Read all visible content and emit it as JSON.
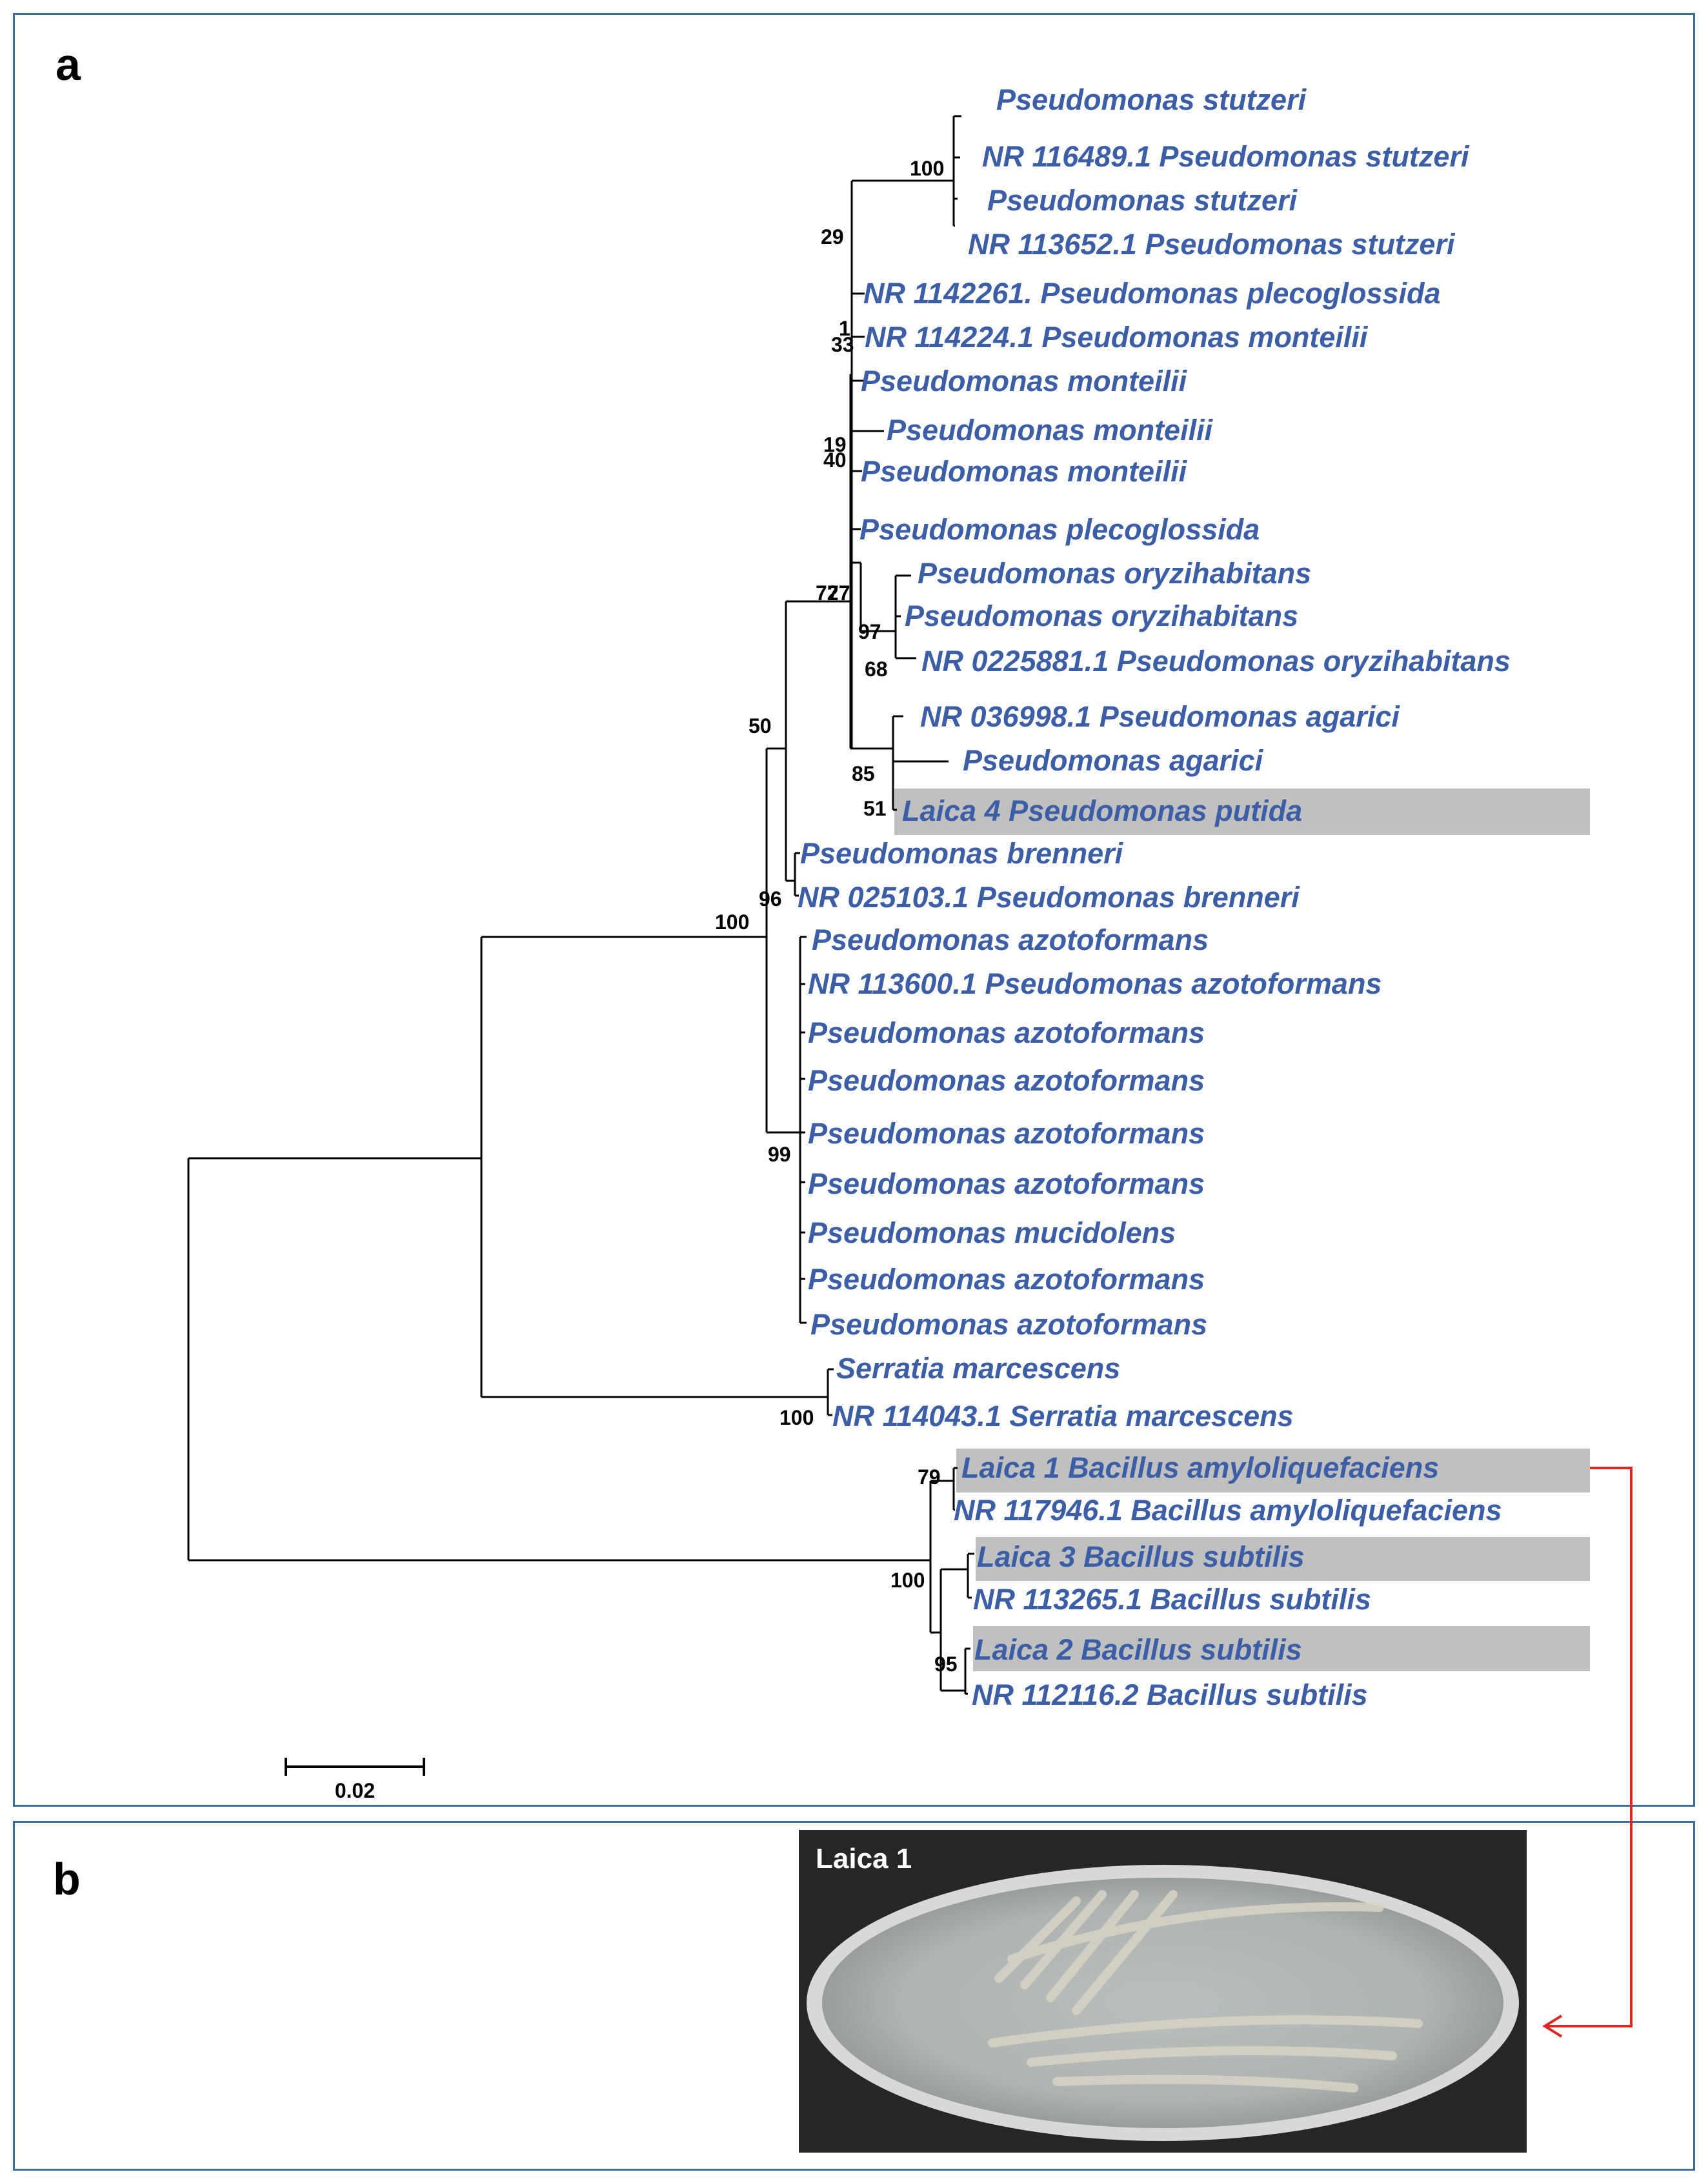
{
  "panels": {
    "a_label": "a",
    "b_label": "b"
  },
  "tree": {
    "taxa": [
      {
        "label": "Pseudomonas stutzeri",
        "highlight": false
      },
      {
        "label": "NR 116489.1 Pseudomonas stutzeri",
        "highlight": false
      },
      {
        "label": "Pseudomonas stutzeri",
        "highlight": false
      },
      {
        "label": "NR 113652.1 Pseudomonas stutzeri",
        "highlight": false
      },
      {
        "label": "NR 1142261. Pseudomonas plecoglossida",
        "highlight": false
      },
      {
        "label": "NR 114224.1 Pseudomonas monteilii",
        "highlight": false
      },
      {
        "label": "Pseudomonas monteilii",
        "highlight": false
      },
      {
        "label": "Pseudomonas monteilii",
        "highlight": false
      },
      {
        "label": "Pseudomonas monteilii",
        "highlight": false
      },
      {
        "label": "Pseudomonas plecoglossida",
        "highlight": false
      },
      {
        "label": "Pseudomonas oryzihabitans",
        "highlight": false
      },
      {
        "label": "Pseudomonas oryzihabitans",
        "highlight": false
      },
      {
        "label": "NR 0225881.1 Pseudomonas oryzihabitans",
        "highlight": false
      },
      {
        "label": "NR 036998.1 Pseudomonas agarici",
        "highlight": false
      },
      {
        "label": "Pseudomonas agarici",
        "highlight": false
      },
      {
        "label": "Laica 4 Pseudomonas putida",
        "highlight": true
      },
      {
        "label": "Pseudomonas brenneri",
        "highlight": false
      },
      {
        "label": "NR 025103.1 Pseudomonas brenneri",
        "highlight": false
      },
      {
        "label": "Pseudomonas azotoformans",
        "highlight": false
      },
      {
        "label": "NR 113600.1 Pseudomonas azotoformans",
        "highlight": false
      },
      {
        "label": "Pseudomonas azotoformans",
        "highlight": false
      },
      {
        "label": "Pseudomonas azotoformans",
        "highlight": false
      },
      {
        "label": "Pseudomonas azotoformans",
        "highlight": false
      },
      {
        "label": "Pseudomonas azotoformans",
        "highlight": false
      },
      {
        "label": "Pseudomonas mucidolens",
        "highlight": false
      },
      {
        "label": "Pseudomonas azotoformans",
        "highlight": false
      },
      {
        "label": "Pseudomonas azotoformans",
        "highlight": false
      },
      {
        "label": "Serratia marcescens",
        "highlight": false
      },
      {
        "label": "NR 114043.1 Serratia marcescens",
        "highlight": false
      },
      {
        "label": "Laica 1  Bacillus amyloliquefaciens",
        "highlight": true
      },
      {
        "label": "NR 117946.1 Bacillus amyloliquefaciens",
        "highlight": false
      },
      {
        "label": "Laica 3 Bacillus subtilis",
        "highlight": true
      },
      {
        "label": "NR 113265.1 Bacillus subtilis",
        "highlight": false
      },
      {
        "label": "Laica 2 Bacillus subtilis",
        "highlight": true
      },
      {
        "label": "NR 112116.2 Bacillus subtilis",
        "highlight": false
      }
    ],
    "bootstrap": [
      "100",
      "29",
      "1",
      "33",
      "19",
      "40",
      "72",
      "77",
      "97",
      "68",
      "85",
      "51",
      "50",
      "96",
      "100",
      "99",
      "100",
      "79",
      "100",
      "95"
    ],
    "scale_bar": "0.02"
  },
  "photo": {
    "label": "Laica 1"
  },
  "colors": {
    "taxon_text": "#3b5ea7",
    "highlight_bg": "#c0c0c0",
    "border": "#3d6d9e",
    "arrow": "#e0261f"
  }
}
